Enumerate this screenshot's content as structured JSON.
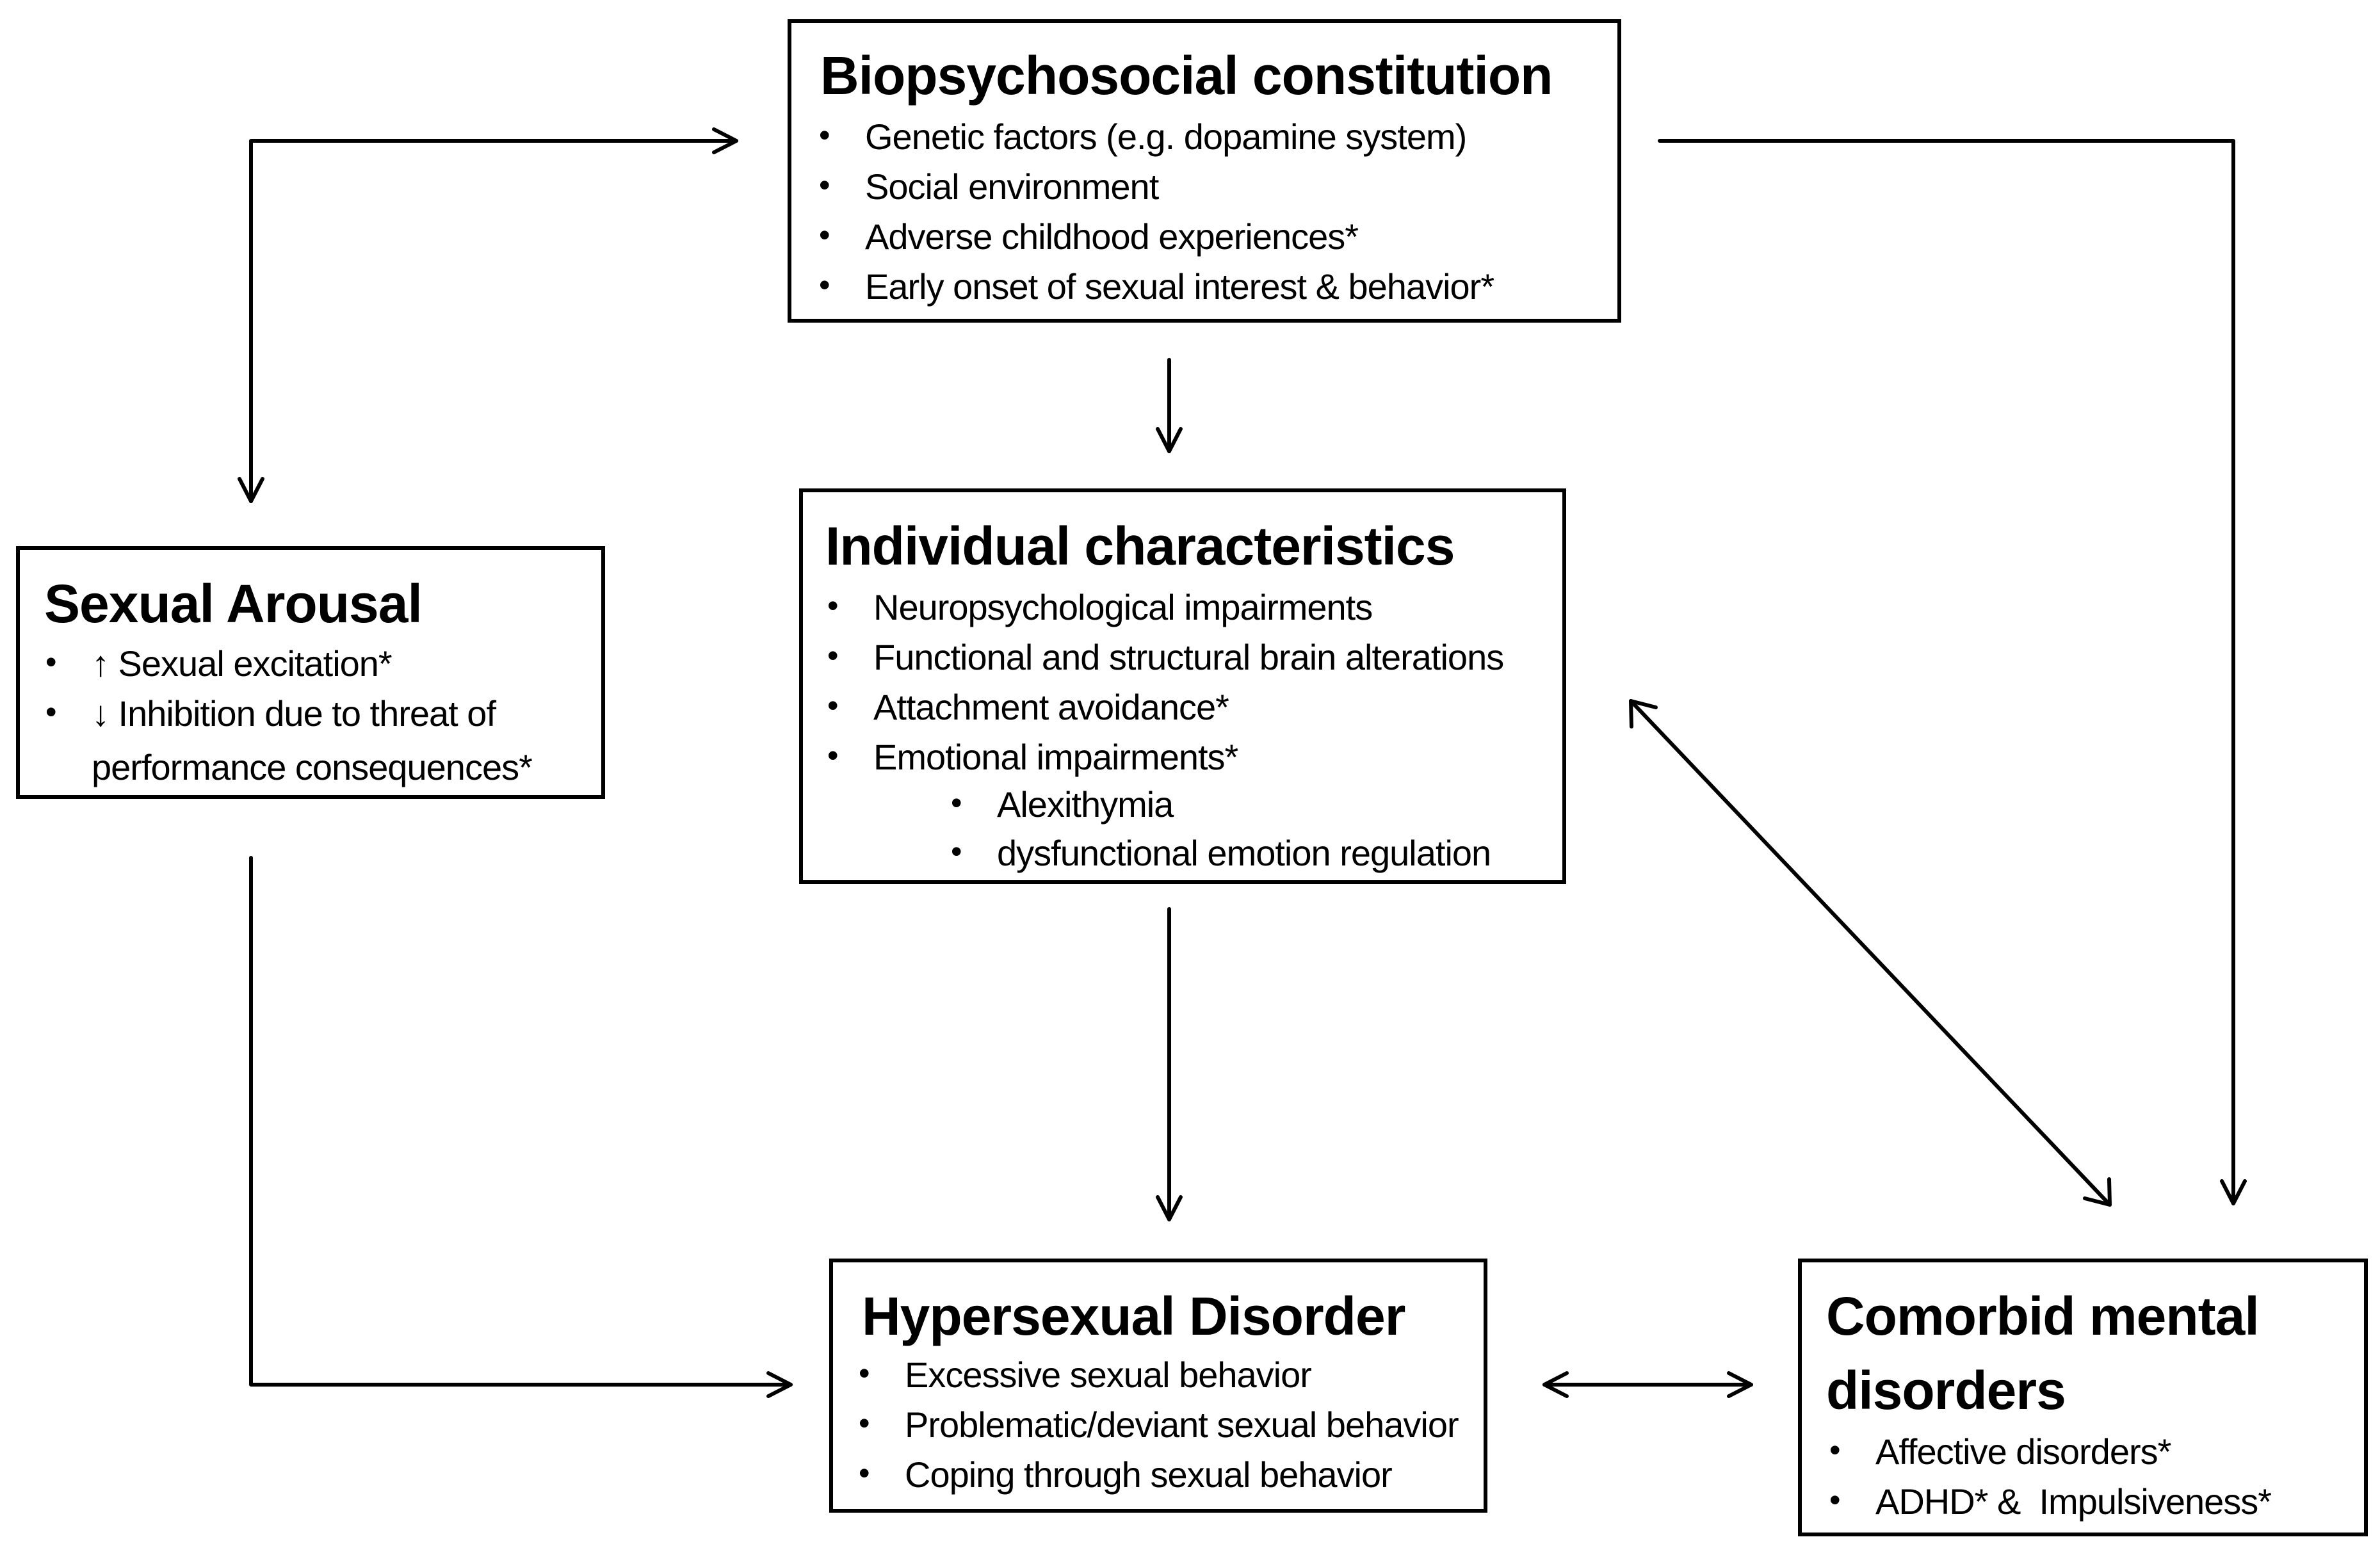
{
  "boxes": {
    "biopsychosocial": {
      "title": "Biopsychosocial constitution",
      "items": [
        "Genetic factors (e.g. dopamine system)",
        "Social environment",
        "Adverse childhood experiences*",
        "Early onset of sexual interest & behavior*"
      ]
    },
    "sexual_arousal": {
      "title": "Sexual Arousal",
      "items": [
        "↑ Sexual excitation*",
        "↓ Inhibition due to threat of",
        "performance consequences*"
      ]
    },
    "individual": {
      "title": "Individual characteristics",
      "items": [
        "Neuropsychological impairments",
        "Functional and structural brain alterations",
        "Attachment avoidance*",
        "Emotional impairments*"
      ],
      "subitems": [
        "Alexithymia",
        "dysfunctional emotion regulation"
      ]
    },
    "hypersexual": {
      "title": "Hypersexual Disorder",
      "items": [
        "Excessive sexual behavior",
        "Problematic/deviant sexual behavior",
        "Coping through sexual behavior"
      ]
    },
    "comorbid": {
      "title_line1": "Comorbid mental",
      "title_line2": "disorders",
      "items": [
        "Affective disorders*",
        "ADHD* &  Impulsiveness*"
      ]
    }
  }
}
